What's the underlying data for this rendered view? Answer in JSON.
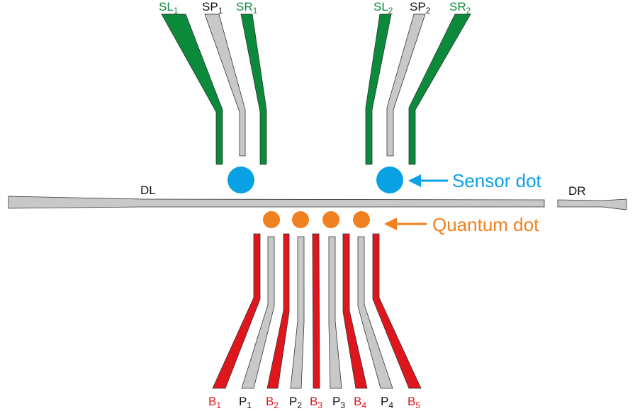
{
  "colors": {
    "green": "#0b8a3b",
    "gray": "#c8c8c8",
    "red": "#e0161d",
    "blue": "#0aa0e4",
    "orange": "#f08020",
    "black": "#111111",
    "outline": "#333333"
  },
  "top_gates": [
    {
      "base": "SL",
      "sub": "1",
      "kind": "green"
    },
    {
      "base": "SP",
      "sub": "1",
      "kind": "gray"
    },
    {
      "base": "SR",
      "sub": "1",
      "kind": "green"
    },
    {
      "base": "SL",
      "sub": "2",
      "kind": "green"
    },
    {
      "base": "SP",
      "sub": "2",
      "kind": "gray"
    },
    {
      "base": "SR",
      "sub": "2",
      "kind": "green"
    }
  ],
  "bottom_gates": [
    {
      "base": "B",
      "sub": "1",
      "kind": "red"
    },
    {
      "base": "P",
      "sub": "1",
      "kind": "gray"
    },
    {
      "base": "B",
      "sub": "2",
      "kind": "red"
    },
    {
      "base": "P",
      "sub": "2",
      "kind": "gray"
    },
    {
      "base": "B",
      "sub": "3",
      "kind": "red"
    },
    {
      "base": "P",
      "sub": "3",
      "kind": "gray"
    },
    {
      "base": "B",
      "sub": "4",
      "kind": "red"
    },
    {
      "base": "P",
      "sub": "4",
      "kind": "gray"
    },
    {
      "base": "B",
      "sub": "5",
      "kind": "red"
    }
  ],
  "leads": {
    "left": "DL",
    "right": "DR"
  },
  "annotations": {
    "sensor_dot": "Sensor dot",
    "quantum_dot": "Quantum dot"
  }
}
